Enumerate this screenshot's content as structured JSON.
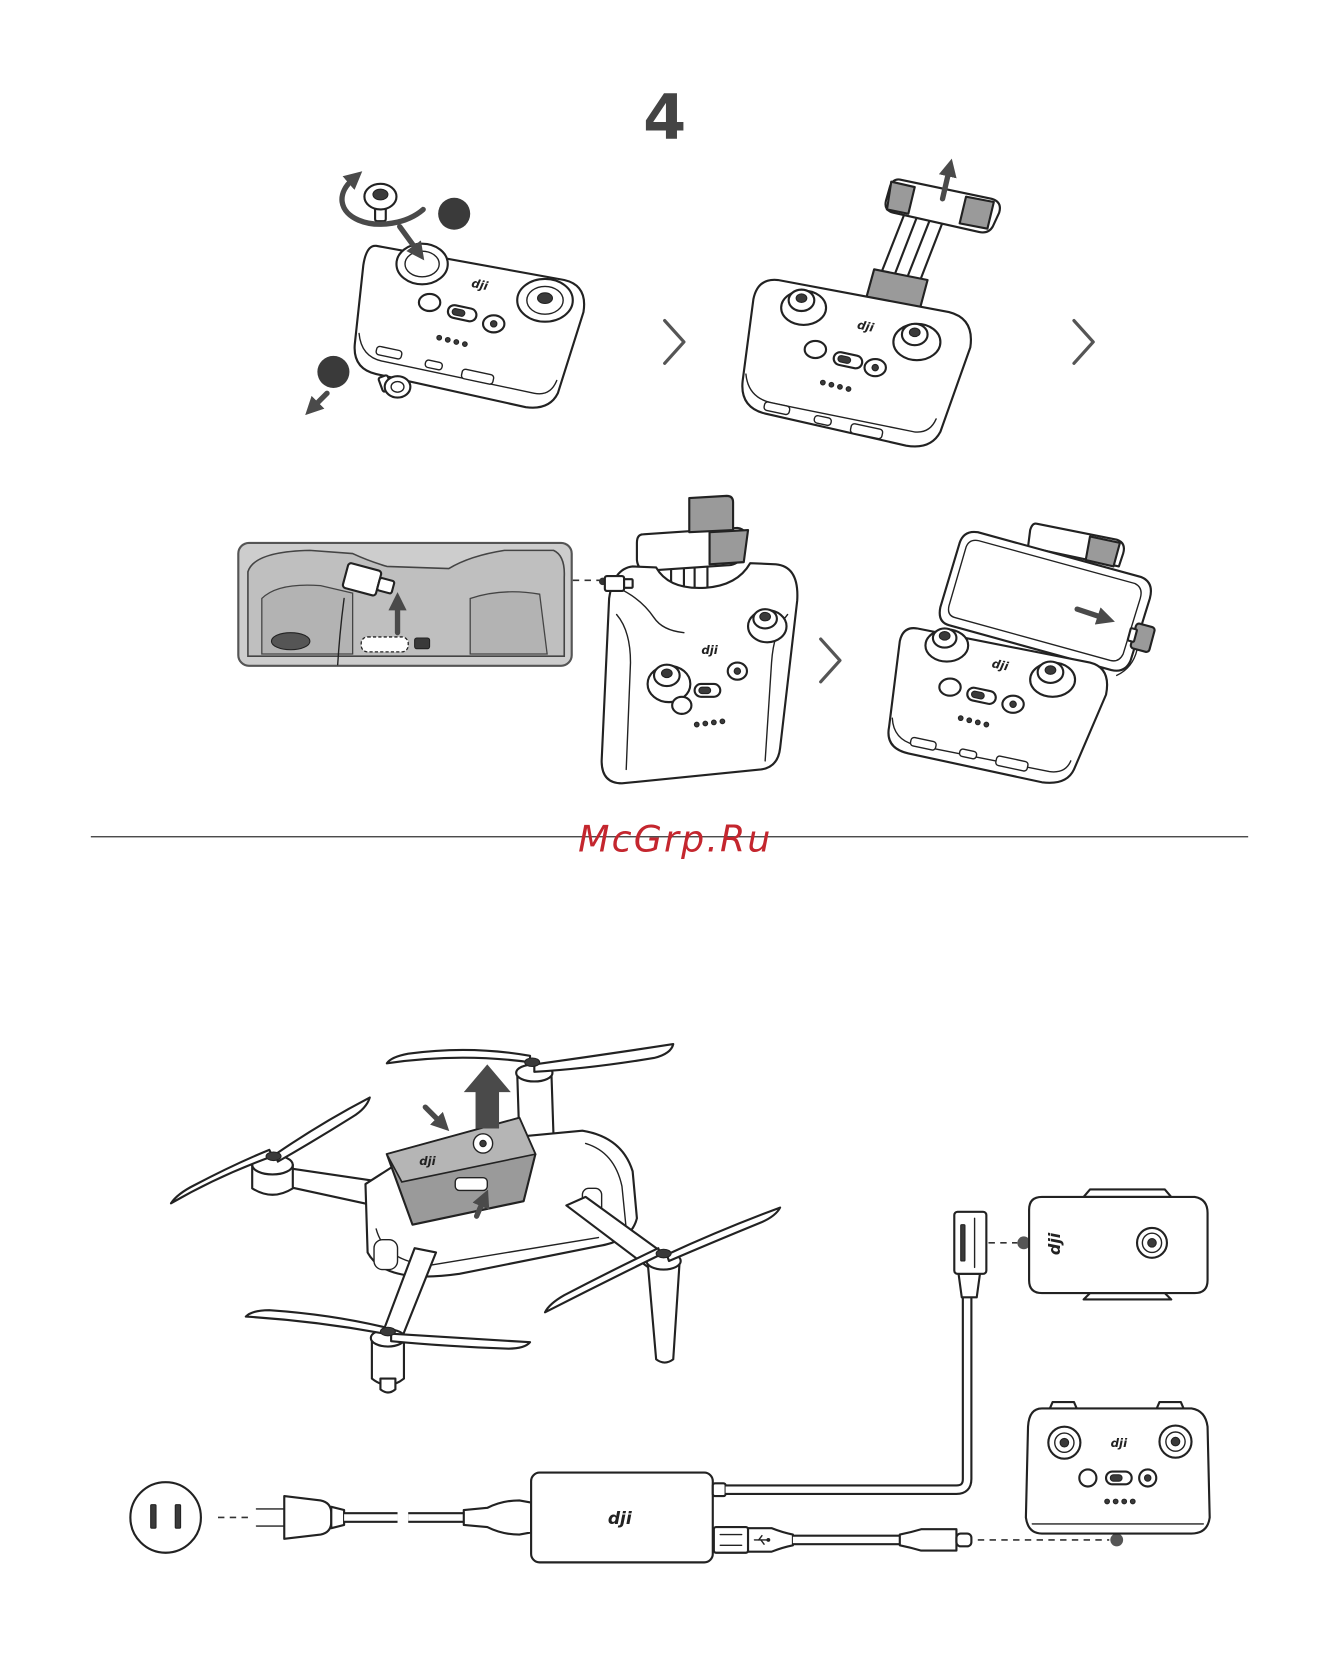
{
  "page": {
    "step_number": "4",
    "watermark": "McGrp.Ru"
  },
  "logos": {
    "brand": "dji"
  },
  "colors": {
    "line": "#222222",
    "dark_marker": "#3a3a3a",
    "callout_fill": "#cdcdcd",
    "watermark": "#c4262e"
  },
  "icons": [
    "chevron-right-icon",
    "arrow-up-icon",
    "rotate-arrow-icon",
    "usb-icon"
  ]
}
